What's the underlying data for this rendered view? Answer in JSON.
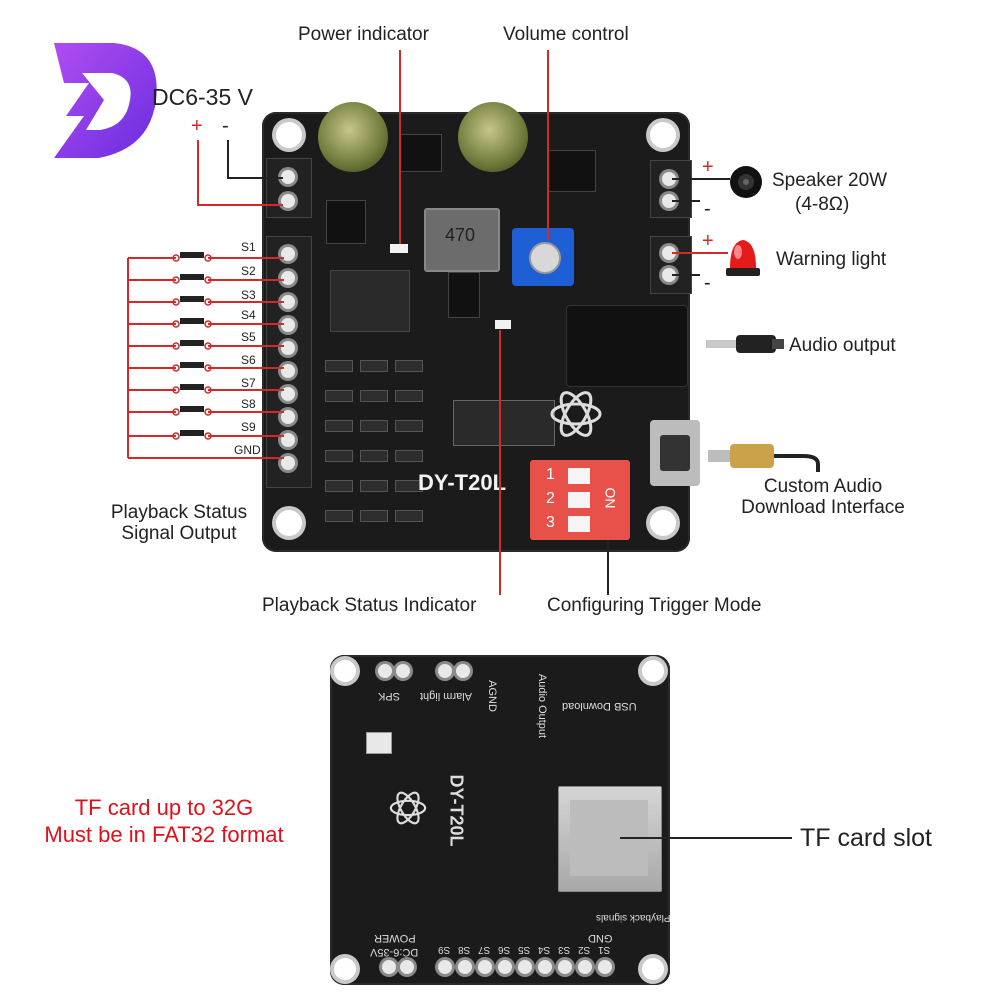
{
  "labels": {
    "power_indicator": "Power indicator",
    "volume_control": "Volume control",
    "dc_voltage": "DC6-35 V",
    "plus": "+",
    "minus": "-",
    "speaker": "Speaker 20W",
    "speaker_impedance": "(4-8Ω)",
    "warning_light": "Warning light",
    "audio_output": "Audio output",
    "custom_audio_line1": "Custom Audio",
    "custom_audio_line2": "Download Interface",
    "playback_status_line1": "Playback Status",
    "playback_status_line2": "Signal Output",
    "playback_status_indicator": "Playback Status Indicator",
    "configuring_trigger_mode": "Configuring Trigger Mode",
    "tf_card_slot": "TF card slot",
    "tf_note_line1": "TF card up to 32G",
    "tf_note_line2": "Must be in FAT32 format"
  },
  "switch_labels": [
    "S1",
    "S2",
    "S3",
    "S4",
    "S5",
    "S6",
    "S7",
    "S8",
    "S9",
    "GND"
  ],
  "board": {
    "model": "DY-T20L",
    "inductor": "470",
    "dip_on": "ON",
    "dip_numbers": [
      "1",
      "2",
      "3"
    ]
  },
  "back_silk": {
    "spk": "SPK",
    "alarm": "Alarm light",
    "agnd": "AGND",
    "audio_output": "Audio Output",
    "usb_download": "USB Download",
    "power": "POWER",
    "dc": "DC:6-35V",
    "model": "DY-T20L",
    "playback_signals": "Playback signals",
    "gnd": "GND",
    "pins": [
      "S9",
      "S8",
      "S7",
      "S6",
      "S5",
      "S4",
      "S3",
      "S2",
      "S1"
    ]
  },
  "colors": {
    "wire_red": "#d12a2a",
    "accent_red": "#e0101a",
    "logo_purple": "#8a2be2",
    "board_black": "#1b1b1b",
    "dip_red": "#e8504a",
    "potentiometer_blue": "#1f5fd6"
  },
  "icons": [
    "brand-logo-icon",
    "speaker-icon",
    "warning-light-icon",
    "audio-jack-icon",
    "usb-cable-icon",
    "push-switch-icon"
  ]
}
